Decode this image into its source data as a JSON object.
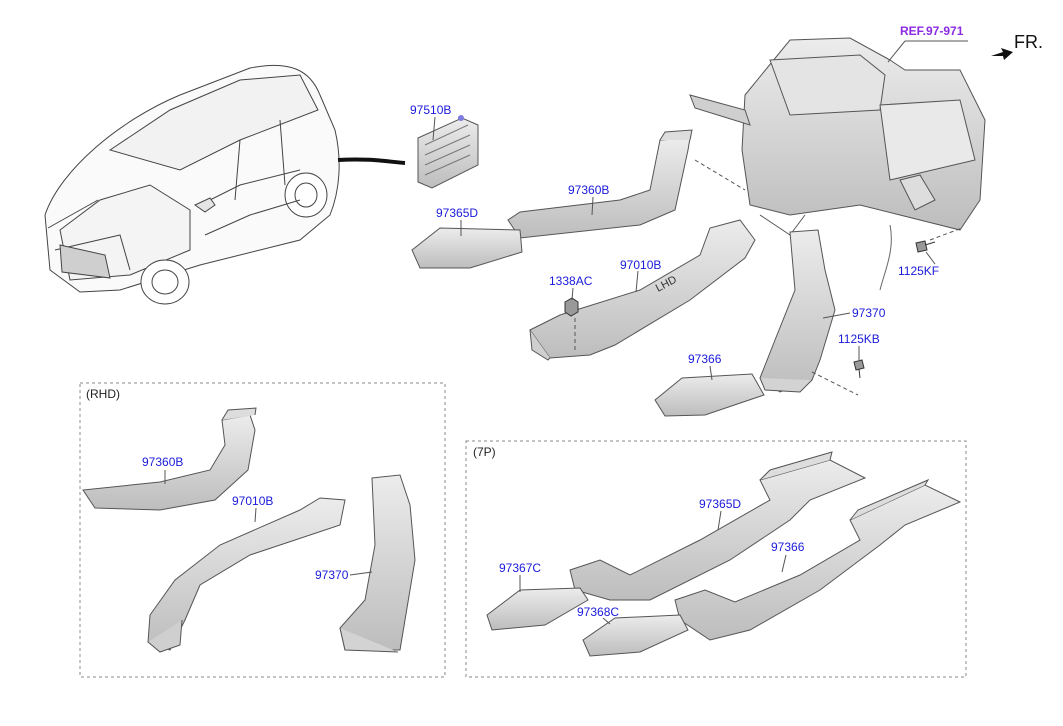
{
  "direction": {
    "label": "FR."
  },
  "reference": {
    "label": "REF.97-971"
  },
  "sections": {
    "rhd": "(RHD)",
    "seven_p": "(7P)"
  },
  "parts": {
    "p97510B": "97510B",
    "p97360B": "97360B",
    "p97365D": "97365D",
    "p1338AC": "1338AC",
    "p97010B": "97010B",
    "p97370": "97370",
    "p1125KF": "1125KF",
    "p1125KB": "1125KB",
    "p97366": "97366",
    "rhd_97360B": "97360B",
    "rhd_97010B": "97010B",
    "rhd_97370": "97370",
    "sp_97365D": "97365D",
    "sp_97366": "97366",
    "sp_97367C": "97367C",
    "sp_97368C": "97368C"
  },
  "duct_marking": "LHD",
  "colors": {
    "label": "#1a1adb",
    "reference": "#8a2be2",
    "part_fill": "#d9d9d9",
    "part_stroke": "#555555",
    "frame": "#888888"
  }
}
